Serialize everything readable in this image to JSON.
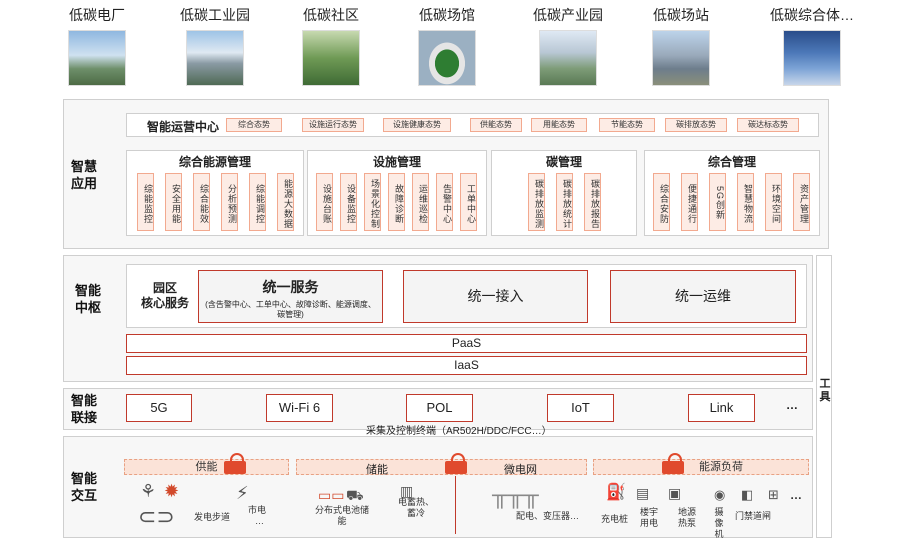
{
  "scenarios": [
    "低碳电厂",
    "低碳工业园",
    "低碳社区",
    "低碳场馆",
    "低碳产业园",
    "低碳场站",
    "低碳综合体…"
  ],
  "app_layer": {
    "label": "智慧\n应用",
    "ops_center": "智能运营中心",
    "ops_items": [
      "综合态势",
      "设施运行态势",
      "设施健康态势",
      "供能态势",
      "用能态势",
      "节能态势",
      "碳排放态势",
      "碳达标态势"
    ],
    "groups": [
      {
        "title": "综合能源管理",
        "items": [
          "综能监控",
          "安全用能",
          "综合能效",
          "分析预测",
          "综能调控",
          "能源大数据"
        ]
      },
      {
        "title": "设施管理",
        "items": [
          "设施台账",
          "设备监控",
          "场景化控制",
          "故障诊断",
          "运维巡检",
          "告警中心",
          "工单中心"
        ]
      },
      {
        "title": "碳管理",
        "items": [
          "碳排放监测",
          "碳排放统计",
          "碳排放报告"
        ]
      },
      {
        "title": "综合管理",
        "items": [
          "综合安防",
          "便捷通行",
          "5G创新",
          "智慧物流",
          "环境空间",
          "资产管理"
        ]
      }
    ]
  },
  "hub_layer": {
    "label": "智能\n中枢",
    "core_label": "园区\n核心服务",
    "unified_service": "统一服务",
    "unified_service_note": "(含告警中心、工单中心、故障诊断、能源调度、碳管理)",
    "unified_access": "统一接入",
    "unified_ops": "统一运维",
    "paas": "PaaS",
    "iaas": "IaaS"
  },
  "tools_label": "工\n具",
  "connect_layer": {
    "label": "智能\n联接",
    "protocols": [
      "5G",
      "Wi-Fi 6",
      "POL",
      "IoT",
      "Link"
    ],
    "more": "…",
    "terminal_note": "采集及控制终端（AR502H/DDC/FCC…）"
  },
  "interact_layer": {
    "label": "智能\n交互",
    "categories": [
      "供能",
      "储能",
      "微电网",
      "能源负荷"
    ],
    "supply_devices": [
      "发电步道",
      "市电",
      "…"
    ],
    "storage_devices": [
      "分布式电池储能",
      "电蓄热、蓄冷"
    ],
    "microgrid_devices": [
      "配电、变压器…"
    ],
    "load_devices": [
      "充电桩",
      "楼宇用电",
      "地源热泵",
      "摄像机",
      "门禁道闸",
      "…"
    ]
  },
  "colors": {
    "accent_red": "#c0392b",
    "pill_fill": "#fdece5",
    "pill_border": "#f2a98f",
    "panel_gray": "#f7f7f7"
  }
}
